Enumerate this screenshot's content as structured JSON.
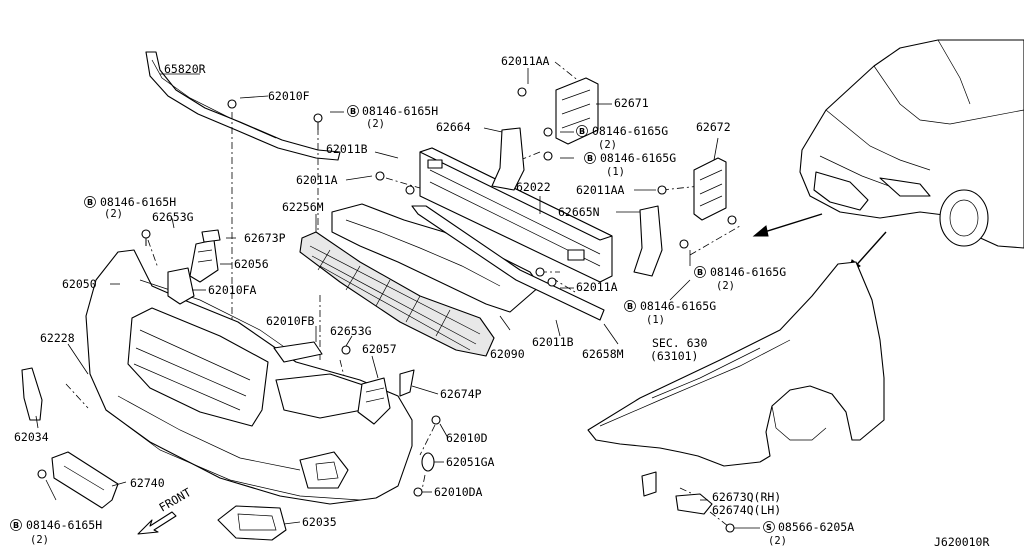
{
  "diagram_id": "J620010R",
  "front_label": "FRONT",
  "callouts": [
    {
      "id": "p65820R",
      "text": "65820R"
    },
    {
      "id": "p62010F",
      "text": "62010F"
    },
    {
      "id": "b1",
      "text": "08146-6165H",
      "qty": "(2)",
      "circled": "B"
    },
    {
      "id": "p62011B_top",
      "text": "62011B"
    },
    {
      "id": "p62011A_top",
      "text": "62011A"
    },
    {
      "id": "p62011AA_top",
      "text": "62011AA"
    },
    {
      "id": "p62671",
      "text": "62671"
    },
    {
      "id": "p62664",
      "text": "62664"
    },
    {
      "id": "b2",
      "text": "08146-6165G",
      "qty": "(2)",
      "circled": "B"
    },
    {
      "id": "b3",
      "text": "08146-6165G",
      "qty": "(1)",
      "circled": "B"
    },
    {
      "id": "p62672",
      "text": "62672"
    },
    {
      "id": "p62022",
      "text": "62022"
    },
    {
      "id": "p62011AA_mid",
      "text": "62011AA"
    },
    {
      "id": "p62665N",
      "text": "62665N"
    },
    {
      "id": "b4",
      "text": "08146-6165H",
      "qty": "(2)",
      "circled": "B"
    },
    {
      "id": "p62653G_top",
      "text": "62653G"
    },
    {
      "id": "p62256M",
      "text": "62256M"
    },
    {
      "id": "p62673P",
      "text": "62673P"
    },
    {
      "id": "p62056",
      "text": "62056"
    },
    {
      "id": "p62050",
      "text": "62050"
    },
    {
      "id": "p62010FA",
      "text": "62010FA"
    },
    {
      "id": "p62011A_mid",
      "text": "62011A"
    },
    {
      "id": "b5",
      "text": "08146-6165G",
      "qty": "(2)",
      "circled": "B"
    },
    {
      "id": "b6",
      "text": "08146-6165G",
      "qty": "(1)",
      "circled": "B"
    },
    {
      "id": "p62010FB",
      "text": "62010FB"
    },
    {
      "id": "p62653G_mid",
      "text": "62653G"
    },
    {
      "id": "p62228",
      "text": "62228"
    },
    {
      "id": "p62057",
      "text": "62057"
    },
    {
      "id": "p62090",
      "text": "62090"
    },
    {
      "id": "p62011B_mid",
      "text": "62011B"
    },
    {
      "id": "p62658M",
      "text": "62658M"
    },
    {
      "id": "sec630",
      "text": "SEC. 630"
    },
    {
      "id": "p63101",
      "text": "(63101)"
    },
    {
      "id": "p62674P",
      "text": "62674P"
    },
    {
      "id": "p62034",
      "text": "62034"
    },
    {
      "id": "p62010D",
      "text": "62010D"
    },
    {
      "id": "p62051GA",
      "text": "62051GA"
    },
    {
      "id": "p62740",
      "text": "62740"
    },
    {
      "id": "p62010DA",
      "text": "62010DA"
    },
    {
      "id": "p62673Q",
      "text": "62673Q(RH)"
    },
    {
      "id": "p62674Q",
      "text": "62674Q(LH)"
    },
    {
      "id": "b7",
      "text": "08146-6165H",
      "qty": "(2)",
      "circled": "B"
    },
    {
      "id": "p62035",
      "text": "62035"
    },
    {
      "id": "s1",
      "text": "08566-6205A",
      "qty": "(2)",
      "circled": "S"
    }
  ]
}
